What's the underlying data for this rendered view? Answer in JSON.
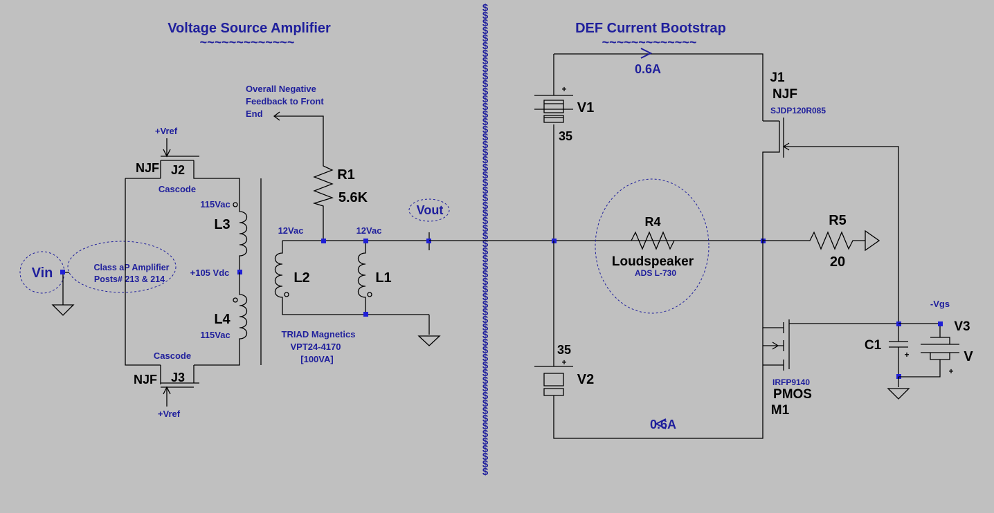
{
  "titles": {
    "left": "Voltage Source Amplifier",
    "left_tilde": "~~~~~~~~~~~~~",
    "right": "DEF Current Bootstrap",
    "right_tilde": "~~~~~~~~~~~~~"
  },
  "divider_glyph": "$",
  "left": {
    "vref_top": "+Vref",
    "vref_bottom": "+Vref",
    "j2_type": "NJF",
    "j2_name": "J2",
    "j3_type": "NJF",
    "j3_name": "J3",
    "cascode_top": "Cascode",
    "cascode_bottom": "Cascode",
    "l3_voltage": "115Vac",
    "l3_name": "L3",
    "bias": "+105 Vdc",
    "l4_name": "L4",
    "l4_voltage": "115Vac",
    "vin": "Vin",
    "amp_line1": "Class aP Amplifier",
    "amp_line2": "Posts# 213 & 214",
    "feedback_line1": "Overall Negative",
    "feedback_line2": "Feedback to Front",
    "feedback_line3": "End",
    "r1_name": "R1",
    "r1_value": "5.6K",
    "l2_voltage": "12Vac",
    "l1_voltage": "12Vac",
    "l2_name": "L2",
    "l1_name": "L1",
    "vout": "Vout",
    "triad_line1": "TRIAD Magnetics",
    "triad_line2": "VPT24-4170",
    "triad_line3": "[100VA]"
  },
  "right": {
    "current_top": "0.6A",
    "current_bottom": "0.6A",
    "v1_name": "V1",
    "v1_value": "35",
    "v1_plus": "+",
    "v2_name": "V2",
    "v2_value": "35",
    "v2_plus": "+",
    "j1_name": "J1",
    "j1_type": "NJF",
    "j1_part": "SJDP120R085",
    "r4_name": "R4",
    "r4_desc": "Loudspeaker",
    "r4_part": "ADS L-730",
    "r5_name": "R5",
    "r5_value": "20",
    "m1_part": "IRFP9140",
    "m1_type": "PMOS",
    "m1_name": "M1",
    "c1_name": "C1",
    "c1_plus": "+",
    "v3_label": "-Vgs",
    "v3_name": "V3",
    "v3_value": "V",
    "v3_plus": "+"
  },
  "colors": {
    "background": "#c0c0c0",
    "wire": "#000000",
    "label_blue": "#1f1f9c",
    "junction": "#1f1fd6"
  }
}
